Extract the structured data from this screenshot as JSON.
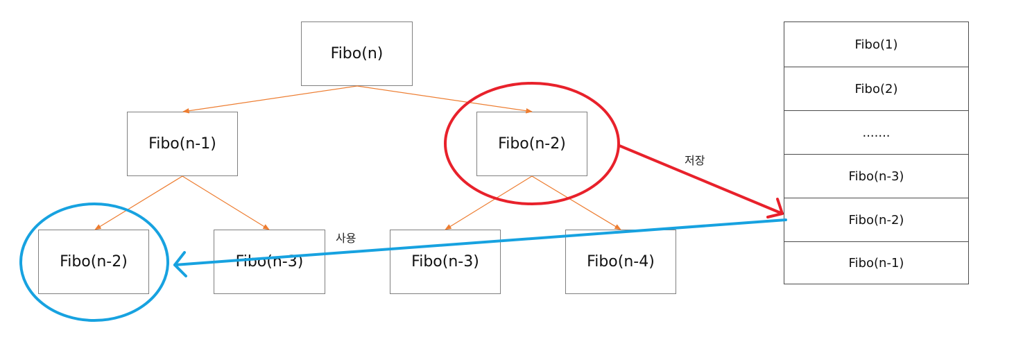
{
  "tree": {
    "nodes": [
      {
        "id": "root",
        "label": "Fibo(n)"
      },
      {
        "id": "l1-left",
        "label": "Fibo(n-1)"
      },
      {
        "id": "l1-right",
        "label": "Fibo(n-2)"
      },
      {
        "id": "l2-a",
        "label": "Fibo(n-2)"
      },
      {
        "id": "l2-b",
        "label": "Fibo(n-3)"
      },
      {
        "id": "l2-c",
        "label": "Fibo(n-3)"
      },
      {
        "id": "l2-d",
        "label": "Fibo(n-4)"
      }
    ],
    "edges": [
      {
        "from": "root",
        "to": "l1-left"
      },
      {
        "from": "root",
        "to": "l1-right"
      },
      {
        "from": "l1-left",
        "to": "l2-a"
      },
      {
        "from": "l1-left",
        "to": "l2-b"
      },
      {
        "from": "l1-right",
        "to": "l2-c"
      },
      {
        "from": "l1-right",
        "to": "l2-d"
      }
    ]
  },
  "memo_table": {
    "rows": [
      "Fibo(1)",
      "Fibo(2)",
      ".......",
      "Fibo(n-3)",
      "Fibo(n-2)",
      "Fibo(n-1)"
    ]
  },
  "annotations": {
    "store_label": "저장",
    "use_label": "사용"
  },
  "colors": {
    "edge": "#ed7d31",
    "store": "#e8212b",
    "use": "#17a2e0",
    "node_border": "#7f7f7f"
  }
}
